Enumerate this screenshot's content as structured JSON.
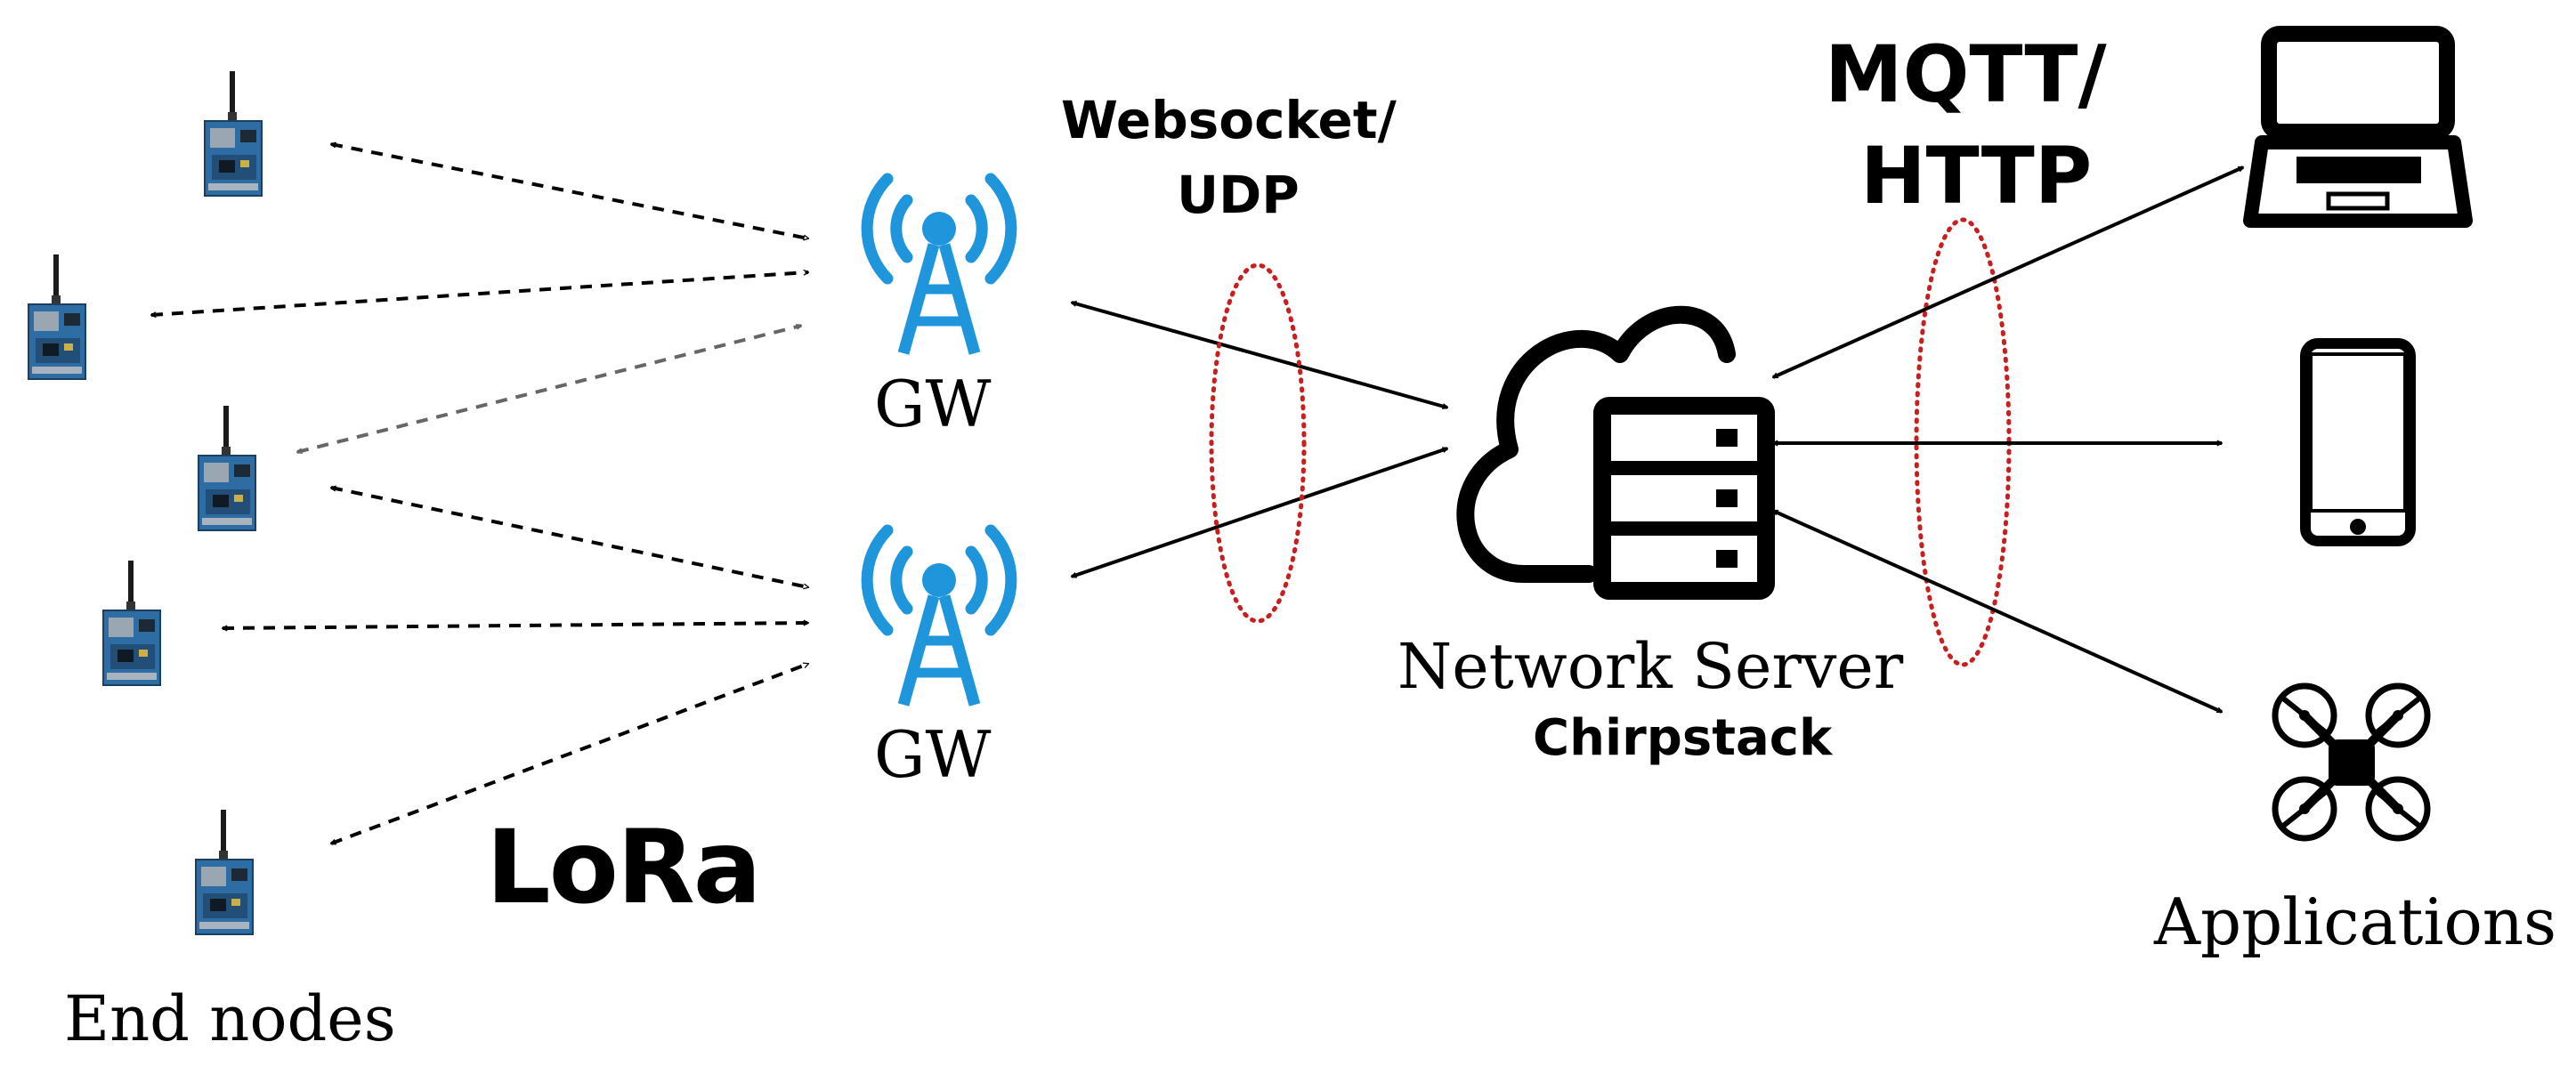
{
  "labels": {
    "end_nodes": "End nodes",
    "lora": "LoRa",
    "gateway_top": "GW",
    "gateway_bottom": "GW",
    "gw_protocol_line1": "Websocket/",
    "gw_protocol_line2": "UDP",
    "app_protocol_line1": "MQTT/",
    "app_protocol_line2": "HTTP",
    "network_server": "Network Server",
    "network_server_software": "Chirpstack",
    "applications": "Applications"
  },
  "icons": {
    "end_node": "lora-board-icon",
    "gateway": "antenna-tower-icon",
    "network_server": "cloud-server-icon",
    "laptop": "laptop-icon",
    "phone": "smartphone-icon",
    "drone": "drone-icon"
  },
  "colors": {
    "gateway_blue": "#1f95dc",
    "board_blue": "#2d6da3",
    "protocol_ellipse": "#c81e1e",
    "arrow": "#000000",
    "faded_arrow": "#666666"
  }
}
